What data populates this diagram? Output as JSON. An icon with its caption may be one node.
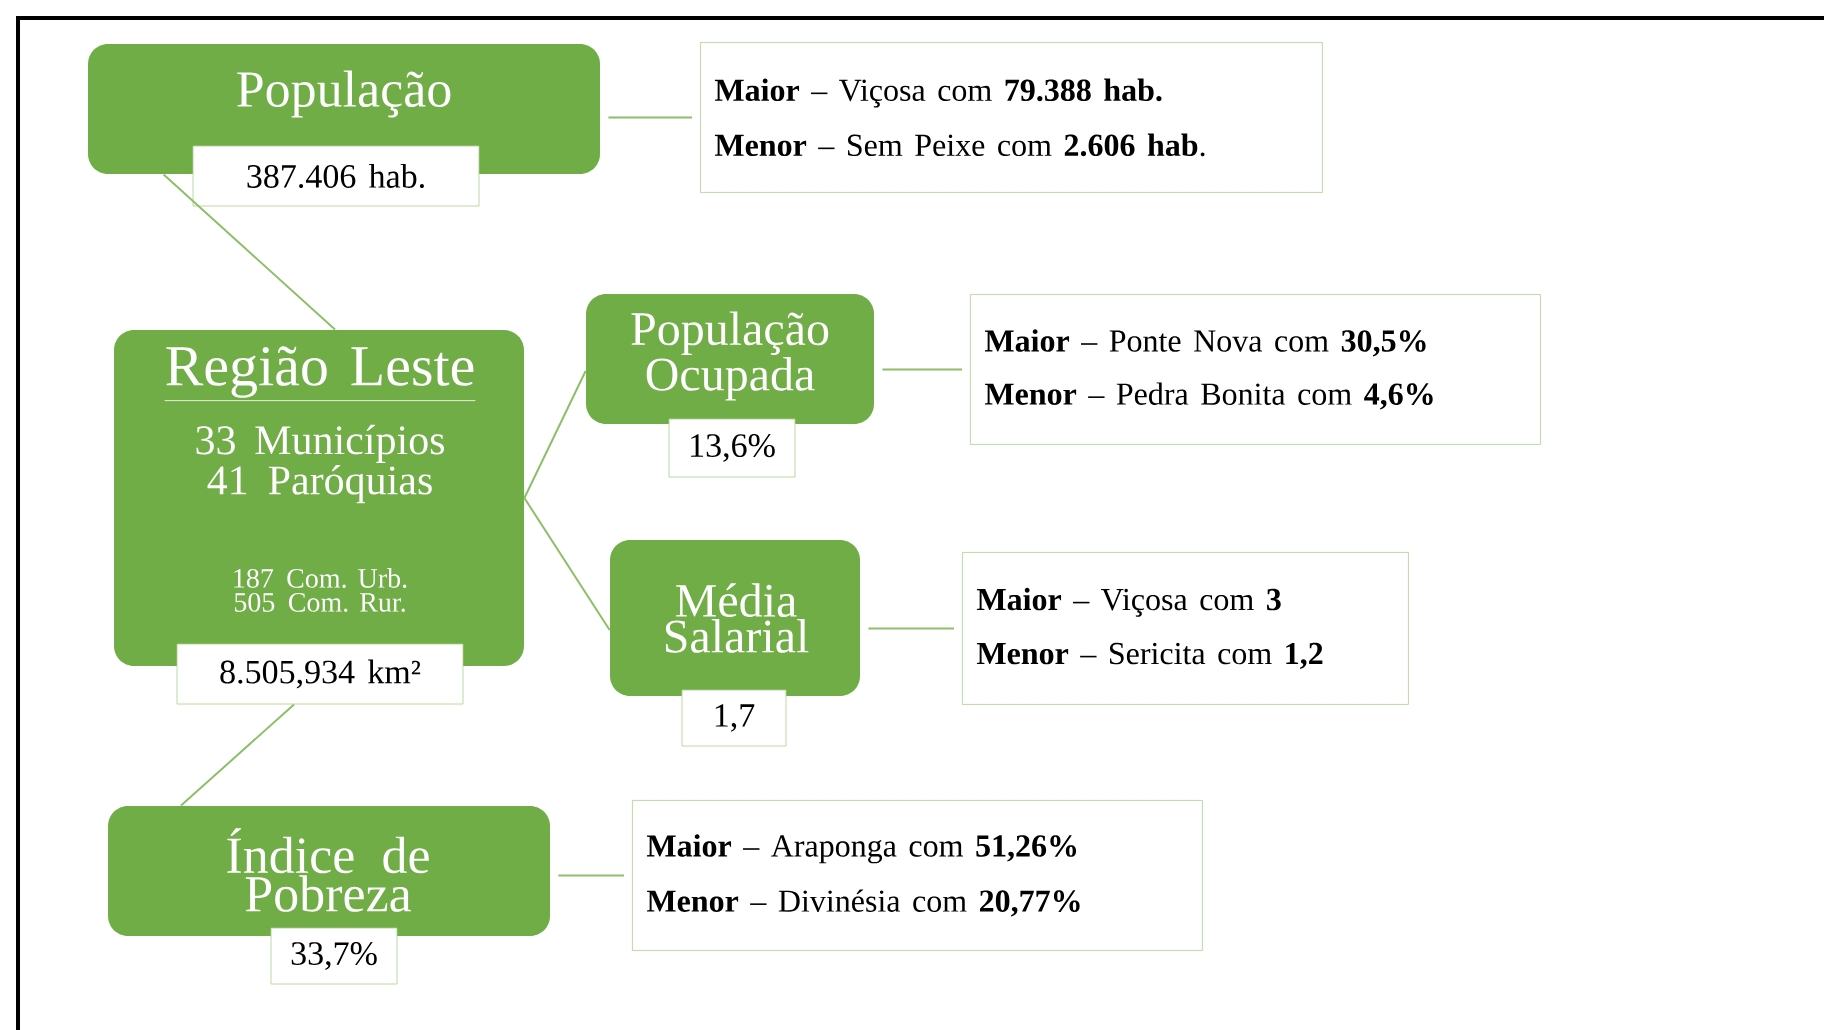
{
  "diagram": {
    "nodes": [
      {
        "text": [
          "Região Leste",
          "33 Municípios 41 Paróquias",
          "187 Com. Urb. 505 Com. Rur.",
          "8.505,934 km²"
        ]
      },
      {
        "text": [
          "População",
          "387.406 hab."
        ]
      },
      {
        "text": [
          "**Maior** – Viçosa com **79.388 hab.**",
          "**Menor** – Sem Peixe com **2.606 hab**."
        ]
      },
      {
        "text": [
          "População Ocupada",
          "13,6%"
        ]
      },
      {
        "text": [
          "**Maior** – Ponte Nova com **30,5%**",
          "**Menor** – Pedra Bonita com **4,6%**"
        ]
      },
      {
        "text": [
          "Média Salarial",
          "1,7"
        ]
      },
      {
        "text": [
          "**Maior** – Viçosa com **3**",
          "**Menor** – Sericita com **1,2**"
        ]
      },
      {
        "text": [
          "Índice de Pobreza",
          "33,7%"
        ]
      },
      {
        "text": [
          "**Maior** – Araponga com **51,26%**",
          "**Menor** – Divinésia com **20,77%**"
        ]
      }
    ],
    "edges": [
      {
        "from": 0,
        "to": 1,
        "arrow": "none"
      },
      {
        "from": 1,
        "to": 2,
        "arrow": "none"
      },
      {
        "from": 0,
        "to": 3,
        "arrow": "none"
      },
      {
        "from": 3,
        "to": 4,
        "arrow": "none"
      },
      {
        "from": 0,
        "to": 5,
        "arrow": "none"
      },
      {
        "from": 5,
        "to": 6,
        "arrow": "none"
      },
      {
        "from": 0,
        "to": 7,
        "arrow": "none"
      },
      {
        "from": 7,
        "to": 8,
        "arrow": "none"
      }
    ]
  }
}
